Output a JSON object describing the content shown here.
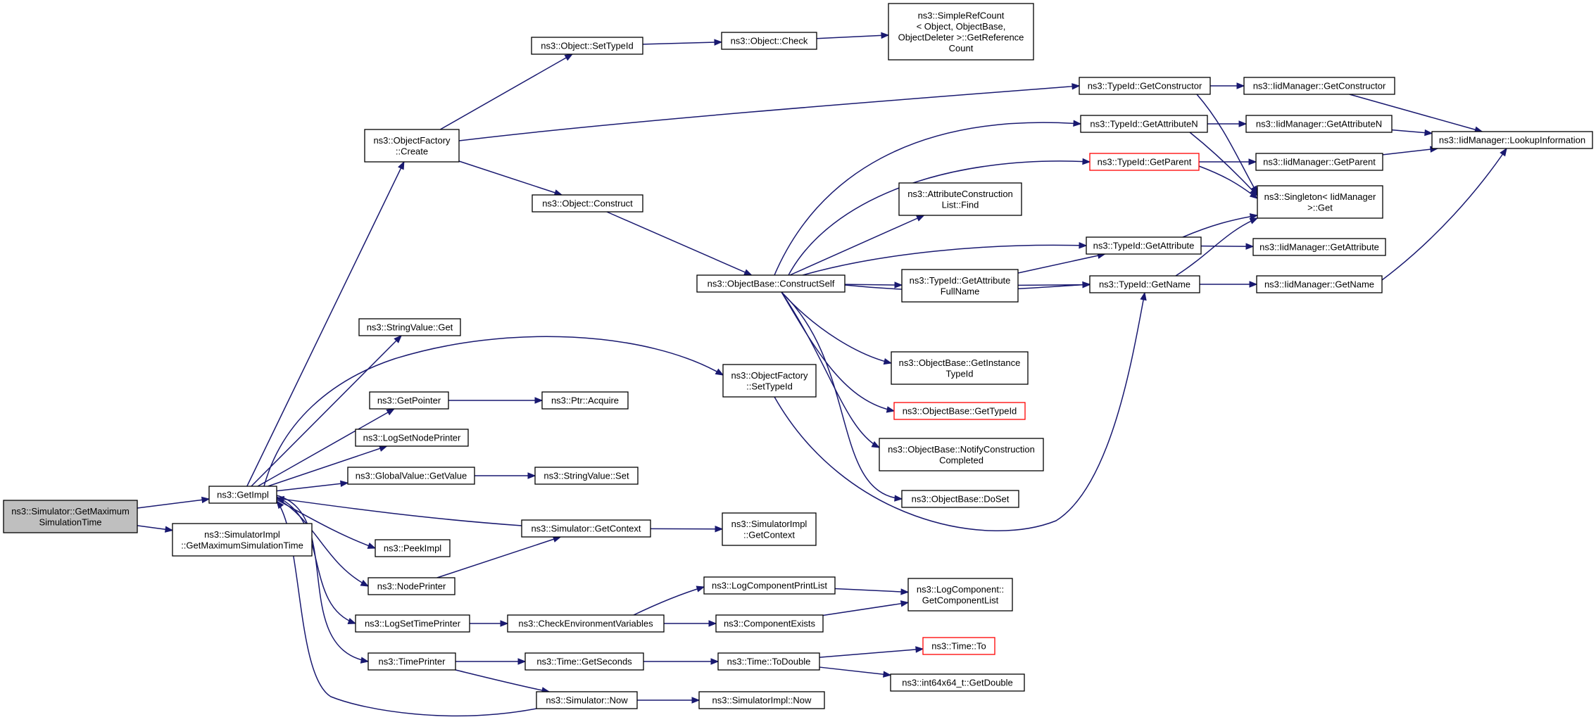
{
  "graph": {
    "type": "call-graph",
    "nodes": [
      {
        "id": "root",
        "label": [
          "ns3::Simulator::GetMaximum",
          "SimulationTime"
        ],
        "highlighted": true
      },
      {
        "id": "getimpl",
        "label": [
          "ns3::GetImpl"
        ]
      },
      {
        "id": "simimpl_getmax",
        "label": [
          "ns3::SimulatorImpl",
          "::GetMaximumSimulationTime"
        ]
      },
      {
        "id": "objfactory_create",
        "label": [
          "ns3::ObjectFactory",
          "::Create"
        ]
      },
      {
        "id": "stringvalue_get",
        "label": [
          "ns3::StringValue::Get"
        ]
      },
      {
        "id": "getpointer",
        "label": [
          "ns3::GetPointer"
        ]
      },
      {
        "id": "logsetnodeprinter",
        "label": [
          "ns3::LogSetNodePrinter"
        ]
      },
      {
        "id": "globalvalue_getvalue",
        "label": [
          "ns3::GlobalValue::GetValue"
        ]
      },
      {
        "id": "peekimpl",
        "label": [
          "ns3::PeekImpl"
        ]
      },
      {
        "id": "nodeprinter",
        "label": [
          "ns3::NodePrinter"
        ]
      },
      {
        "id": "logsettimeprinter",
        "label": [
          "ns3::LogSetTimePrinter"
        ]
      },
      {
        "id": "timeprinter",
        "label": [
          "ns3::TimePrinter"
        ]
      },
      {
        "id": "object_settypeid",
        "label": [
          "ns3::Object::SetTypeId"
        ]
      },
      {
        "id": "object_check",
        "label": [
          "ns3::Object::Check"
        ]
      },
      {
        "id": "simplerefcount",
        "label": [
          "ns3::SimpleRefCount",
          "< Object, ObjectBase,",
          "ObjectDeleter >::GetReference",
          "Count"
        ]
      },
      {
        "id": "object_construct",
        "label": [
          "ns3::Object::Construct"
        ]
      },
      {
        "id": "objectbase_constructself",
        "label": [
          "ns3::ObjectBase::ConstructSelf"
        ]
      },
      {
        "id": "attrconstruction_find",
        "label": [
          "ns3::AttributeConstruction",
          "List::Find"
        ]
      },
      {
        "id": "typeid_getattrfullname",
        "label": [
          "ns3::TypeId::GetAttribute",
          "FullName"
        ]
      },
      {
        "id": "objectbase_getinstancetypeid",
        "label": [
          "ns3::ObjectBase::GetInstance",
          "TypeId"
        ]
      },
      {
        "id": "objectbase_gettypeid",
        "label": [
          "ns3::ObjectBase::GetTypeId"
        ],
        "red": true
      },
      {
        "id": "objectbase_notifyconstruction",
        "label": [
          "ns3::ObjectBase::NotifyConstruction",
          "Completed"
        ]
      },
      {
        "id": "objectbase_doset",
        "label": [
          "ns3::ObjectBase::DoSet"
        ]
      },
      {
        "id": "typeid_getconstructor",
        "label": [
          "ns3::TypeId::GetConstructor"
        ]
      },
      {
        "id": "typeid_getattributen",
        "label": [
          "ns3::TypeId::GetAttributeN"
        ]
      },
      {
        "id": "typeid_getparent",
        "label": [
          "ns3::TypeId::GetParent"
        ],
        "red": true
      },
      {
        "id": "typeid_getattribute",
        "label": [
          "ns3::TypeId::GetAttribute"
        ]
      },
      {
        "id": "typeid_getname",
        "label": [
          "ns3::TypeId::GetName"
        ]
      },
      {
        "id": "iid_getconstructor",
        "label": [
          "ns3::IidManager::GetConstructor"
        ]
      },
      {
        "id": "iid_getattributen",
        "label": [
          "ns3::IidManager::GetAttributeN"
        ]
      },
      {
        "id": "iid_getparent",
        "label": [
          "ns3::IidManager::GetParent"
        ]
      },
      {
        "id": "iid_getattribute",
        "label": [
          "ns3::IidManager::GetAttribute"
        ]
      },
      {
        "id": "iid_getname",
        "label": [
          "ns3::IidManager::GetName"
        ]
      },
      {
        "id": "singleton_get",
        "label": [
          "ns3::Singleton< IidManager",
          ">::Get"
        ]
      },
      {
        "id": "iid_lookupinfo",
        "label": [
          "ns3::IidManager::LookupInformation"
        ]
      },
      {
        "id": "objfactory_settypeid",
        "label": [
          "ns3::ObjectFactory",
          "::SetTypeId"
        ]
      },
      {
        "id": "ptr_acquire",
        "label": [
          "ns3::Ptr::Acquire"
        ]
      },
      {
        "id": "stringvalue_set",
        "label": [
          "ns3::StringValue::Set"
        ]
      },
      {
        "id": "simulator_getcontext",
        "label": [
          "ns3::Simulator::GetContext"
        ]
      },
      {
        "id": "simimpl_getcontext",
        "label": [
          "ns3::SimulatorImpl",
          "::GetContext"
        ]
      },
      {
        "id": "logcomponentprintlist",
        "label": [
          "ns3::LogComponentPrintList"
        ]
      },
      {
        "id": "checkenvvars",
        "label": [
          "ns3::CheckEnvironmentVariables"
        ]
      },
      {
        "id": "componentexists",
        "label": [
          "ns3::ComponentExists"
        ]
      },
      {
        "id": "logcomponent_getlist",
        "label": [
          "ns3::LogComponent::",
          "GetComponentList"
        ]
      },
      {
        "id": "time_getseconds",
        "label": [
          "ns3::Time::GetSeconds"
        ]
      },
      {
        "id": "time_todouble",
        "label": [
          "ns3::Time::ToDouble"
        ]
      },
      {
        "id": "time_to",
        "label": [
          "ns3::Time::To"
        ],
        "red": true
      },
      {
        "id": "int64x64_getdouble",
        "label": [
          "ns3::int64x64_t::GetDouble"
        ]
      },
      {
        "id": "simulator_now",
        "label": [
          "ns3::Simulator::Now"
        ]
      },
      {
        "id": "simimpl_now",
        "label": [
          "ns3::SimulatorImpl::Now"
        ]
      }
    ],
    "edges": [
      [
        "root",
        "getimpl"
      ],
      [
        "root",
        "simimpl_getmax"
      ],
      [
        "getimpl",
        "objfactory_create"
      ],
      [
        "getimpl",
        "stringvalue_get"
      ],
      [
        "getimpl",
        "objfactory_settypeid"
      ],
      [
        "getimpl",
        "getpointer"
      ],
      [
        "getimpl",
        "logsetnodeprinter"
      ],
      [
        "getimpl",
        "globalvalue_getvalue"
      ],
      [
        "getimpl",
        "peekimpl"
      ],
      [
        "getimpl",
        "nodeprinter"
      ],
      [
        "getimpl",
        "logsettimeprinter"
      ],
      [
        "getimpl",
        "timeprinter"
      ],
      [
        "objfactory_create",
        "object_settypeid"
      ],
      [
        "objfactory_create",
        "typeid_getconstructor"
      ],
      [
        "objfactory_create",
        "object_construct"
      ],
      [
        "object_settypeid",
        "object_check"
      ],
      [
        "object_check",
        "simplerefcount"
      ],
      [
        "object_construct",
        "objectbase_constructself"
      ],
      [
        "objectbase_constructself",
        "typeid_getattributen"
      ],
      [
        "objectbase_constructself",
        "typeid_getparent"
      ],
      [
        "objectbase_constructself",
        "attrconstruction_find"
      ],
      [
        "objectbase_constructself",
        "typeid_getattribute"
      ],
      [
        "objectbase_constructself",
        "typeid_getattrfullname"
      ],
      [
        "objectbase_constructself",
        "typeid_getname"
      ],
      [
        "objectbase_constructself",
        "objectbase_getinstancetypeid"
      ],
      [
        "objectbase_constructself",
        "objectbase_gettypeid"
      ],
      [
        "objectbase_constructself",
        "objectbase_notifyconstruction"
      ],
      [
        "objectbase_constructself",
        "objectbase_doset"
      ],
      [
        "typeid_getattrfullname",
        "typeid_getattribute"
      ],
      [
        "typeid_getattrfullname",
        "typeid_getname"
      ],
      [
        "typeid_getconstructor",
        "iid_getconstructor"
      ],
      [
        "typeid_getconstructor",
        "singleton_get"
      ],
      [
        "typeid_getattributen",
        "iid_getattributen"
      ],
      [
        "typeid_getattributen",
        "singleton_get"
      ],
      [
        "typeid_getparent",
        "iid_getparent"
      ],
      [
        "typeid_getparent",
        "singleton_get"
      ],
      [
        "typeid_getattribute",
        "iid_getattribute"
      ],
      [
        "typeid_getattribute",
        "singleton_get"
      ],
      [
        "typeid_getname",
        "iid_getname"
      ],
      [
        "typeid_getname",
        "singleton_get"
      ],
      [
        "iid_getconstructor",
        "iid_lookupinfo"
      ],
      [
        "iid_getattributen",
        "iid_lookupinfo"
      ],
      [
        "iid_getparent",
        "iid_lookupinfo"
      ],
      [
        "iid_getname",
        "iid_lookupinfo"
      ],
      [
        "objfactory_settypeid",
        "typeid_getname"
      ],
      [
        "getpointer",
        "ptr_acquire"
      ],
      [
        "globalvalue_getvalue",
        "stringvalue_set"
      ],
      [
        "simulator_getcontext",
        "getimpl"
      ],
      [
        "simulator_getcontext",
        "simimpl_getcontext"
      ],
      [
        "nodeprinter",
        "simulator_getcontext"
      ],
      [
        "logsettimeprinter",
        "checkenvvars"
      ],
      [
        "checkenvvars",
        "logcomponentprintlist"
      ],
      [
        "checkenvvars",
        "componentexists"
      ],
      [
        "logcomponentprintlist",
        "logcomponent_getlist"
      ],
      [
        "componentexists",
        "logcomponent_getlist"
      ],
      [
        "timeprinter",
        "time_getseconds"
      ],
      [
        "timeprinter",
        "simulator_now"
      ],
      [
        "time_getseconds",
        "time_todouble"
      ],
      [
        "time_todouble",
        "time_to"
      ],
      [
        "time_todouble",
        "int64x64_getdouble"
      ],
      [
        "simulator_now",
        "getimpl"
      ],
      [
        "simulator_now",
        "simimpl_now"
      ]
    ]
  }
}
